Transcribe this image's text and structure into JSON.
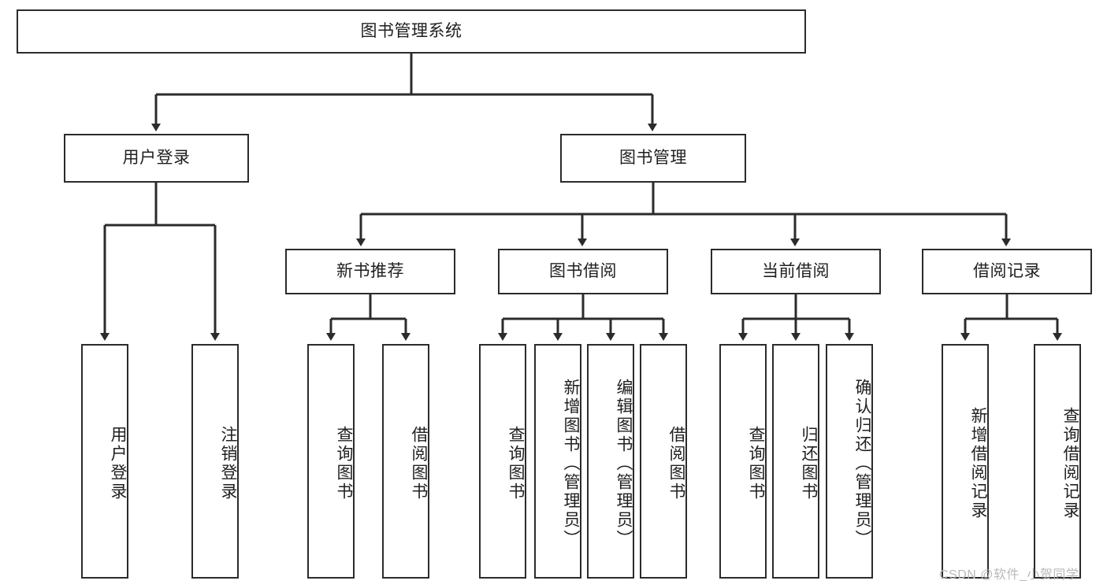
{
  "diagram": {
    "title": "图书管理系统",
    "type": "tree-hierarchy",
    "root": {
      "label": "图书管理系统"
    },
    "level2": [
      {
        "label": "用户登录"
      },
      {
        "label": "图书管理"
      }
    ],
    "level3": [
      {
        "label": "新书推荐"
      },
      {
        "label": "图书借阅"
      },
      {
        "label": "当前借阅"
      },
      {
        "label": "借阅记录"
      }
    ],
    "leaves": {
      "user_login": [
        {
          "label": "用户登录"
        },
        {
          "label": "注销登录"
        }
      ],
      "new_book_recommend": [
        {
          "label": "查询图书"
        },
        {
          "label": "借阅图书"
        }
      ],
      "book_borrow": [
        {
          "label": "查询图书"
        },
        {
          "label": "新增图书（管理员）"
        },
        {
          "label": "编辑图书（管理员）"
        },
        {
          "label": "借阅图书"
        }
      ],
      "current_borrow": [
        {
          "label": "查询图书"
        },
        {
          "label": "归还图书"
        },
        {
          "label": "确认归还（管理员）"
        }
      ],
      "borrow_record": [
        {
          "label": "新增借阅记录"
        },
        {
          "label": "查询借阅记录"
        }
      ]
    },
    "colors": {
      "stroke": "#2b2b2b",
      "fill": "#ffffff",
      "text": "#1f1f1f",
      "watermark": "#b9b9b9"
    }
  },
  "watermark": {
    "text": "CSDN @软件_小贺同学"
  }
}
